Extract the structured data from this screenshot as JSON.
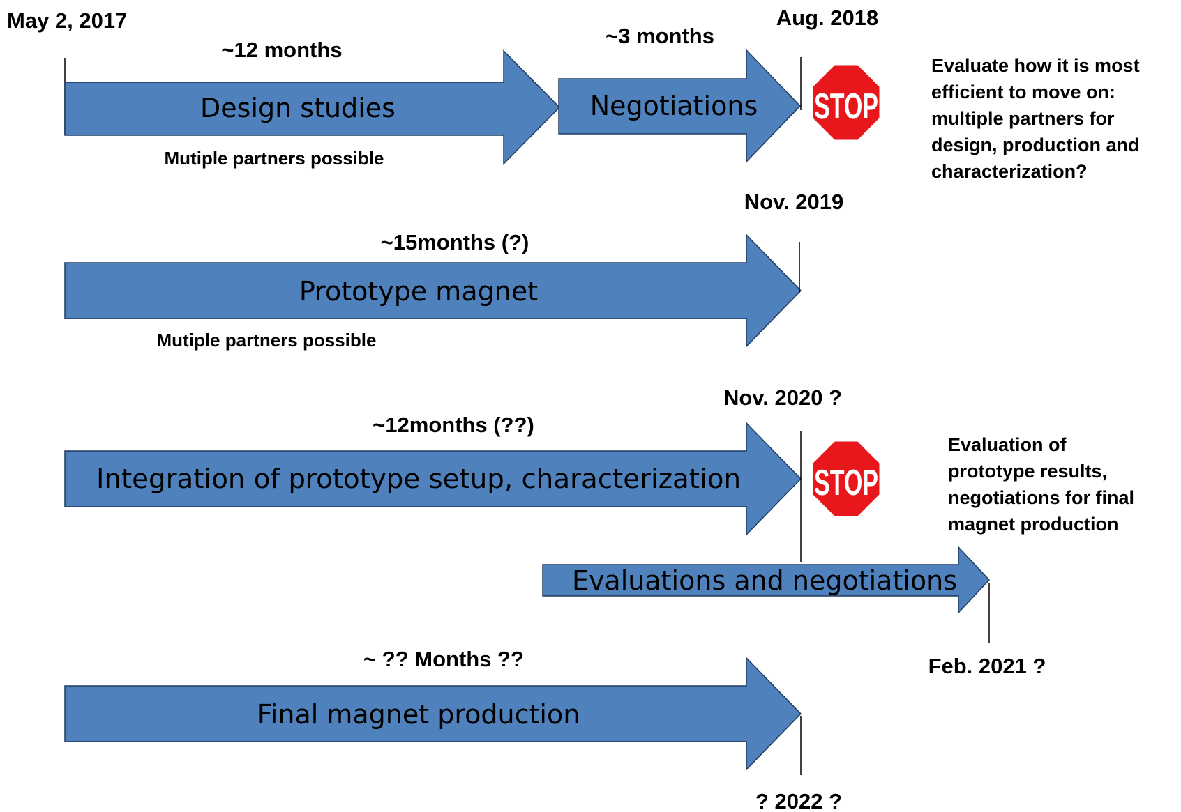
{
  "colors": {
    "arrow_fill": "#4f81bd",
    "arrow_stroke": "#1f3a5f",
    "stop_red": "#e8171c",
    "stop_border": "#ffffff",
    "text": "#000000"
  },
  "timeline": {
    "start_date": "May 2, 2017",
    "row1": {
      "arrow1_label": "Design studies",
      "arrow1_duration": "~12 months",
      "arrow1_note": "Mutiple partners possible",
      "arrow2_label": "Negotiations",
      "arrow2_duration": "~3 months",
      "milestone": "Aug. 2018",
      "stop_label": "STOP",
      "decision_note": [
        "Evaluate how it is most",
        "efficient to move on:",
        "multiple partners for",
        "design, production and",
        "characterization?"
      ]
    },
    "row2": {
      "arrow_label": "Prototype magnet",
      "duration": "~15months (?)",
      "note": "Mutiple partners possible",
      "milestone": "Nov. 2019"
    },
    "row3": {
      "arrow_label": "Integration of prototype setup, characterization",
      "duration": "~12months (??)",
      "milestone": "Nov. 2020 ?",
      "stop_label": "STOP",
      "decision_note": [
        "Evaluation of",
        "prototype results,",
        "negotiations for final",
        "magnet production"
      ],
      "eval_arrow_label": "Evaluations and negotiations",
      "eval_milestone": "Feb. 2021 ?"
    },
    "row4": {
      "arrow_label": "Final magnet production",
      "duration": "~ ?? Months ??",
      "milestone": "? 2022 ?"
    }
  }
}
